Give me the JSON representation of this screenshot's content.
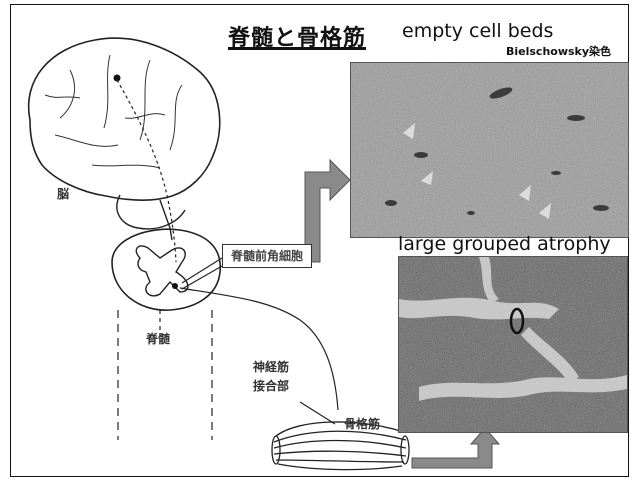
{
  "title": {
    "jp": "脊髄と骨格筋",
    "en": "empty cell beds"
  },
  "stain_label": "Bielschowsky染色",
  "atrophy_label": "large grouped atrophy",
  "labels": {
    "brain": "脳",
    "spinal_cord": "脊髄",
    "anterior_horn_cell": "脊髄前角細胞",
    "nmj_line1": "神経筋",
    "nmj_line2": "接合部",
    "skeletal_muscle": "骨格筋"
  },
  "colors": {
    "arrow": "#8a8a8a",
    "ink": "#111111"
  }
}
